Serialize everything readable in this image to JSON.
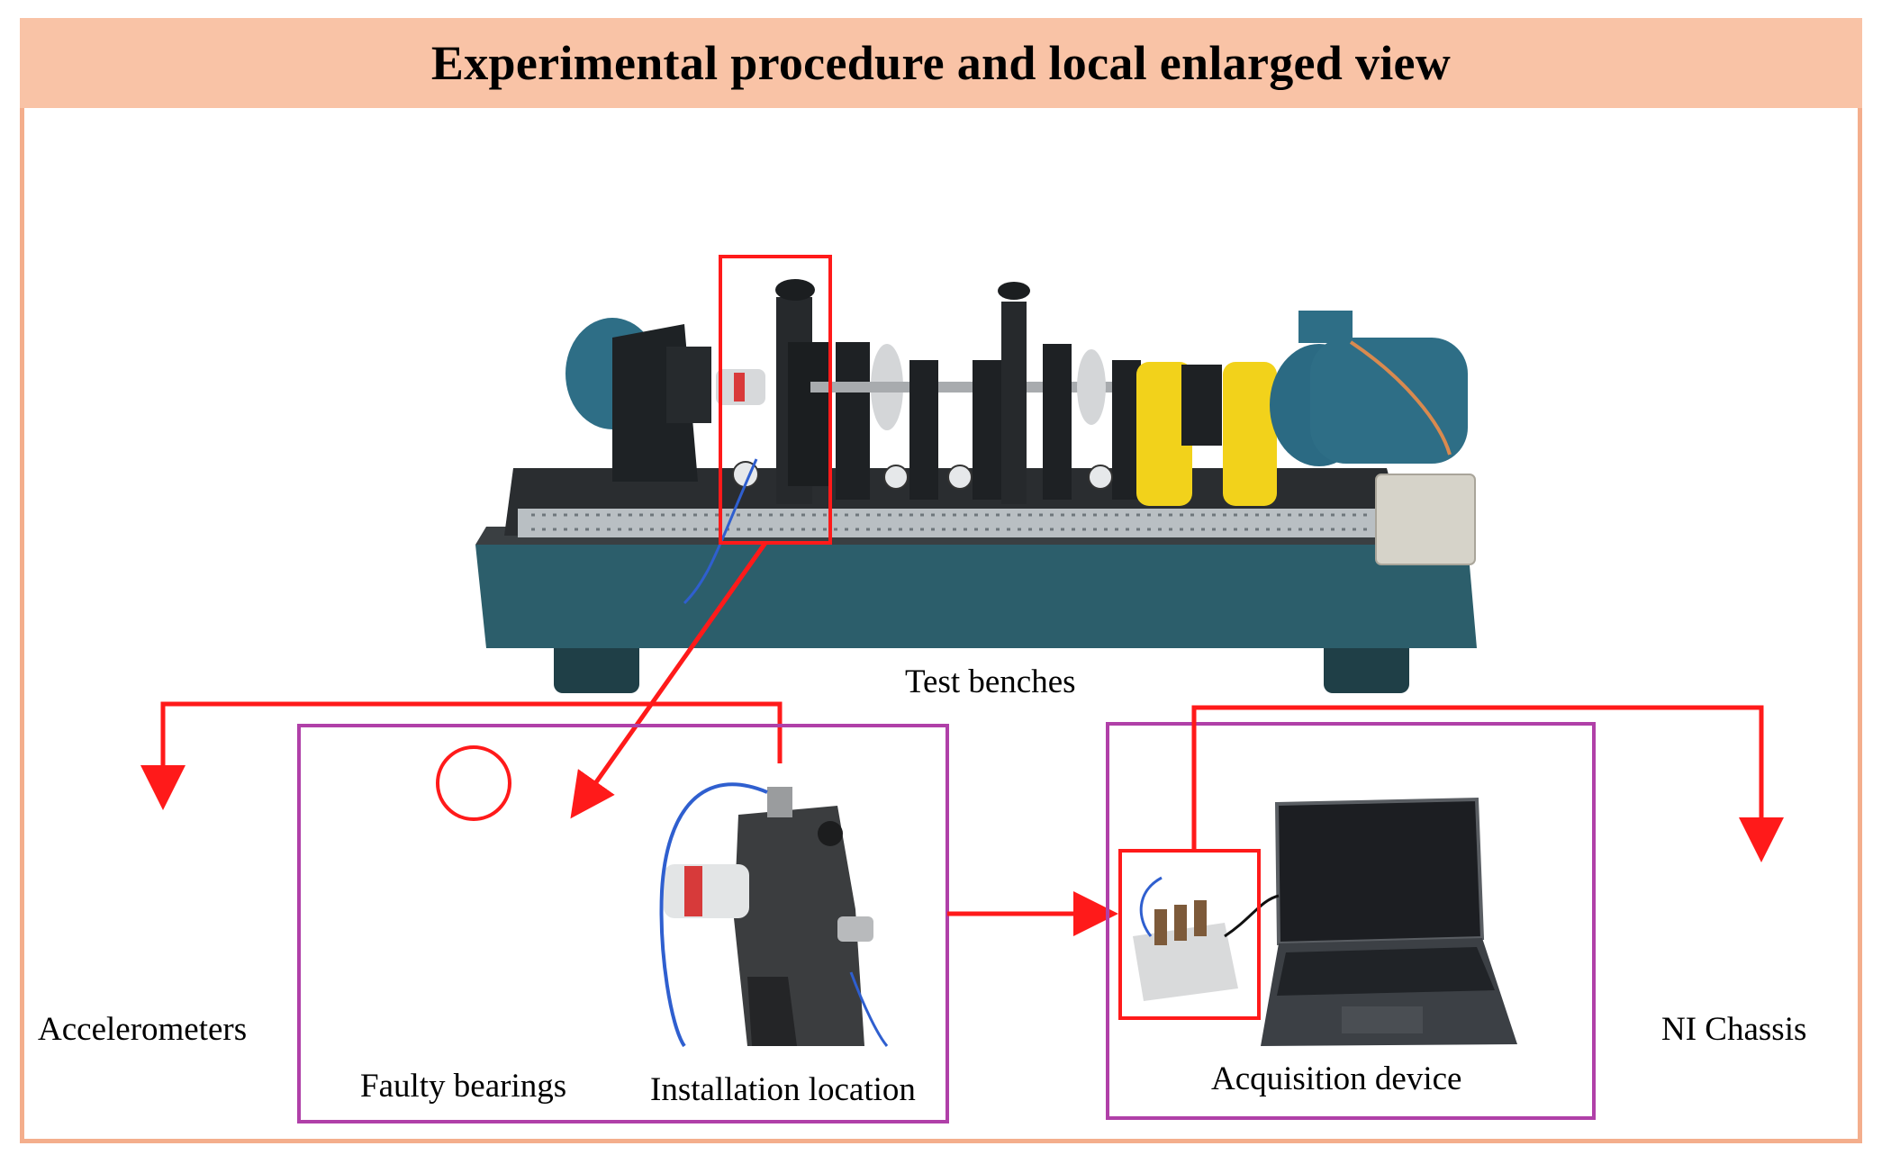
{
  "title": "Experimental procedure and local enlarged view",
  "labels": {
    "test_benches": "Test benches",
    "accelerometers": "Accelerometers",
    "faulty_bearings": "Faulty bearings",
    "installation_location": "Installation location",
    "acquisition_device": "Acquisition device",
    "ni_chassis": "NI Chassis"
  },
  "colors": {
    "frame_border": "#f4ae8c",
    "header_fill": "#f9c3a6",
    "arrow_red": "#ff1a1a",
    "panel_border": "#b040a8",
    "bench_base": "#2c5e6b",
    "motor_blue": "#2e6e86",
    "bearing_yellow": "#f2d21b"
  }
}
